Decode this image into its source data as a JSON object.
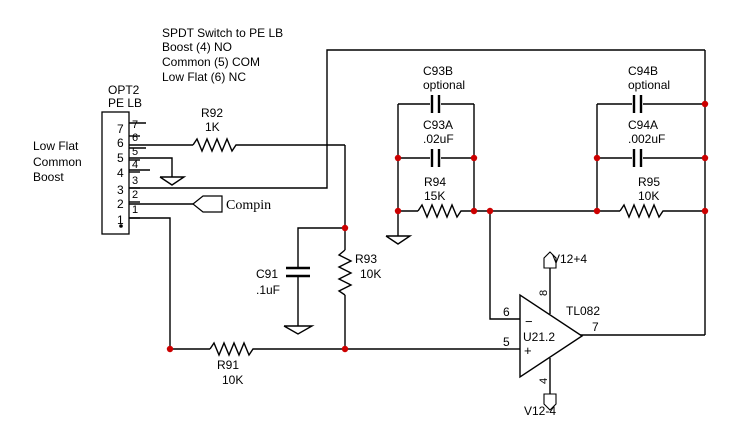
{
  "notes": {
    "line1": "SPDT Switch to PE LB",
    "line2": "Boost (4) NO",
    "line3": "Common (5) COM",
    "line4": "Low Flat (6) NC"
  },
  "connector": {
    "ref": "OPT2",
    "name": "PE LB",
    "pins": [
      "7",
      "6",
      "5",
      "4",
      "3",
      "2",
      "1"
    ],
    "mode_labels": [
      "Low Flat",
      "Common",
      "Boost"
    ]
  },
  "net_labels": {
    "compin": "Compin",
    "vpos": "V12+4",
    "vneg": "V12-4"
  },
  "components": {
    "r92": {
      "ref": "R92",
      "value": "1K"
    },
    "r93": {
      "ref": "R93",
      "value": "10K"
    },
    "r91": {
      "ref": "R91",
      "value": "10K"
    },
    "r94": {
      "ref": "R94",
      "value": "15K"
    },
    "r95": {
      "ref": "R95",
      "value": "10K"
    },
    "c91": {
      "ref": "C91",
      "value": ".1uF"
    },
    "c93b": {
      "ref": "C93B",
      "value": "optional"
    },
    "c93a": {
      "ref": "C93A",
      "value": ".02uF"
    },
    "c94b": {
      "ref": "C94B",
      "value": "optional"
    },
    "c94a": {
      "ref": "C94A",
      "value": ".002uF"
    }
  },
  "opamp": {
    "ref": "U21.2",
    "part": "TL082",
    "pin_inv": "6",
    "pin_noninv": "5",
    "pin_out": "7",
    "pin_vpos": "8",
    "pin_vneg": "4",
    "minus_sign": "−",
    "plus_sign": "+"
  }
}
